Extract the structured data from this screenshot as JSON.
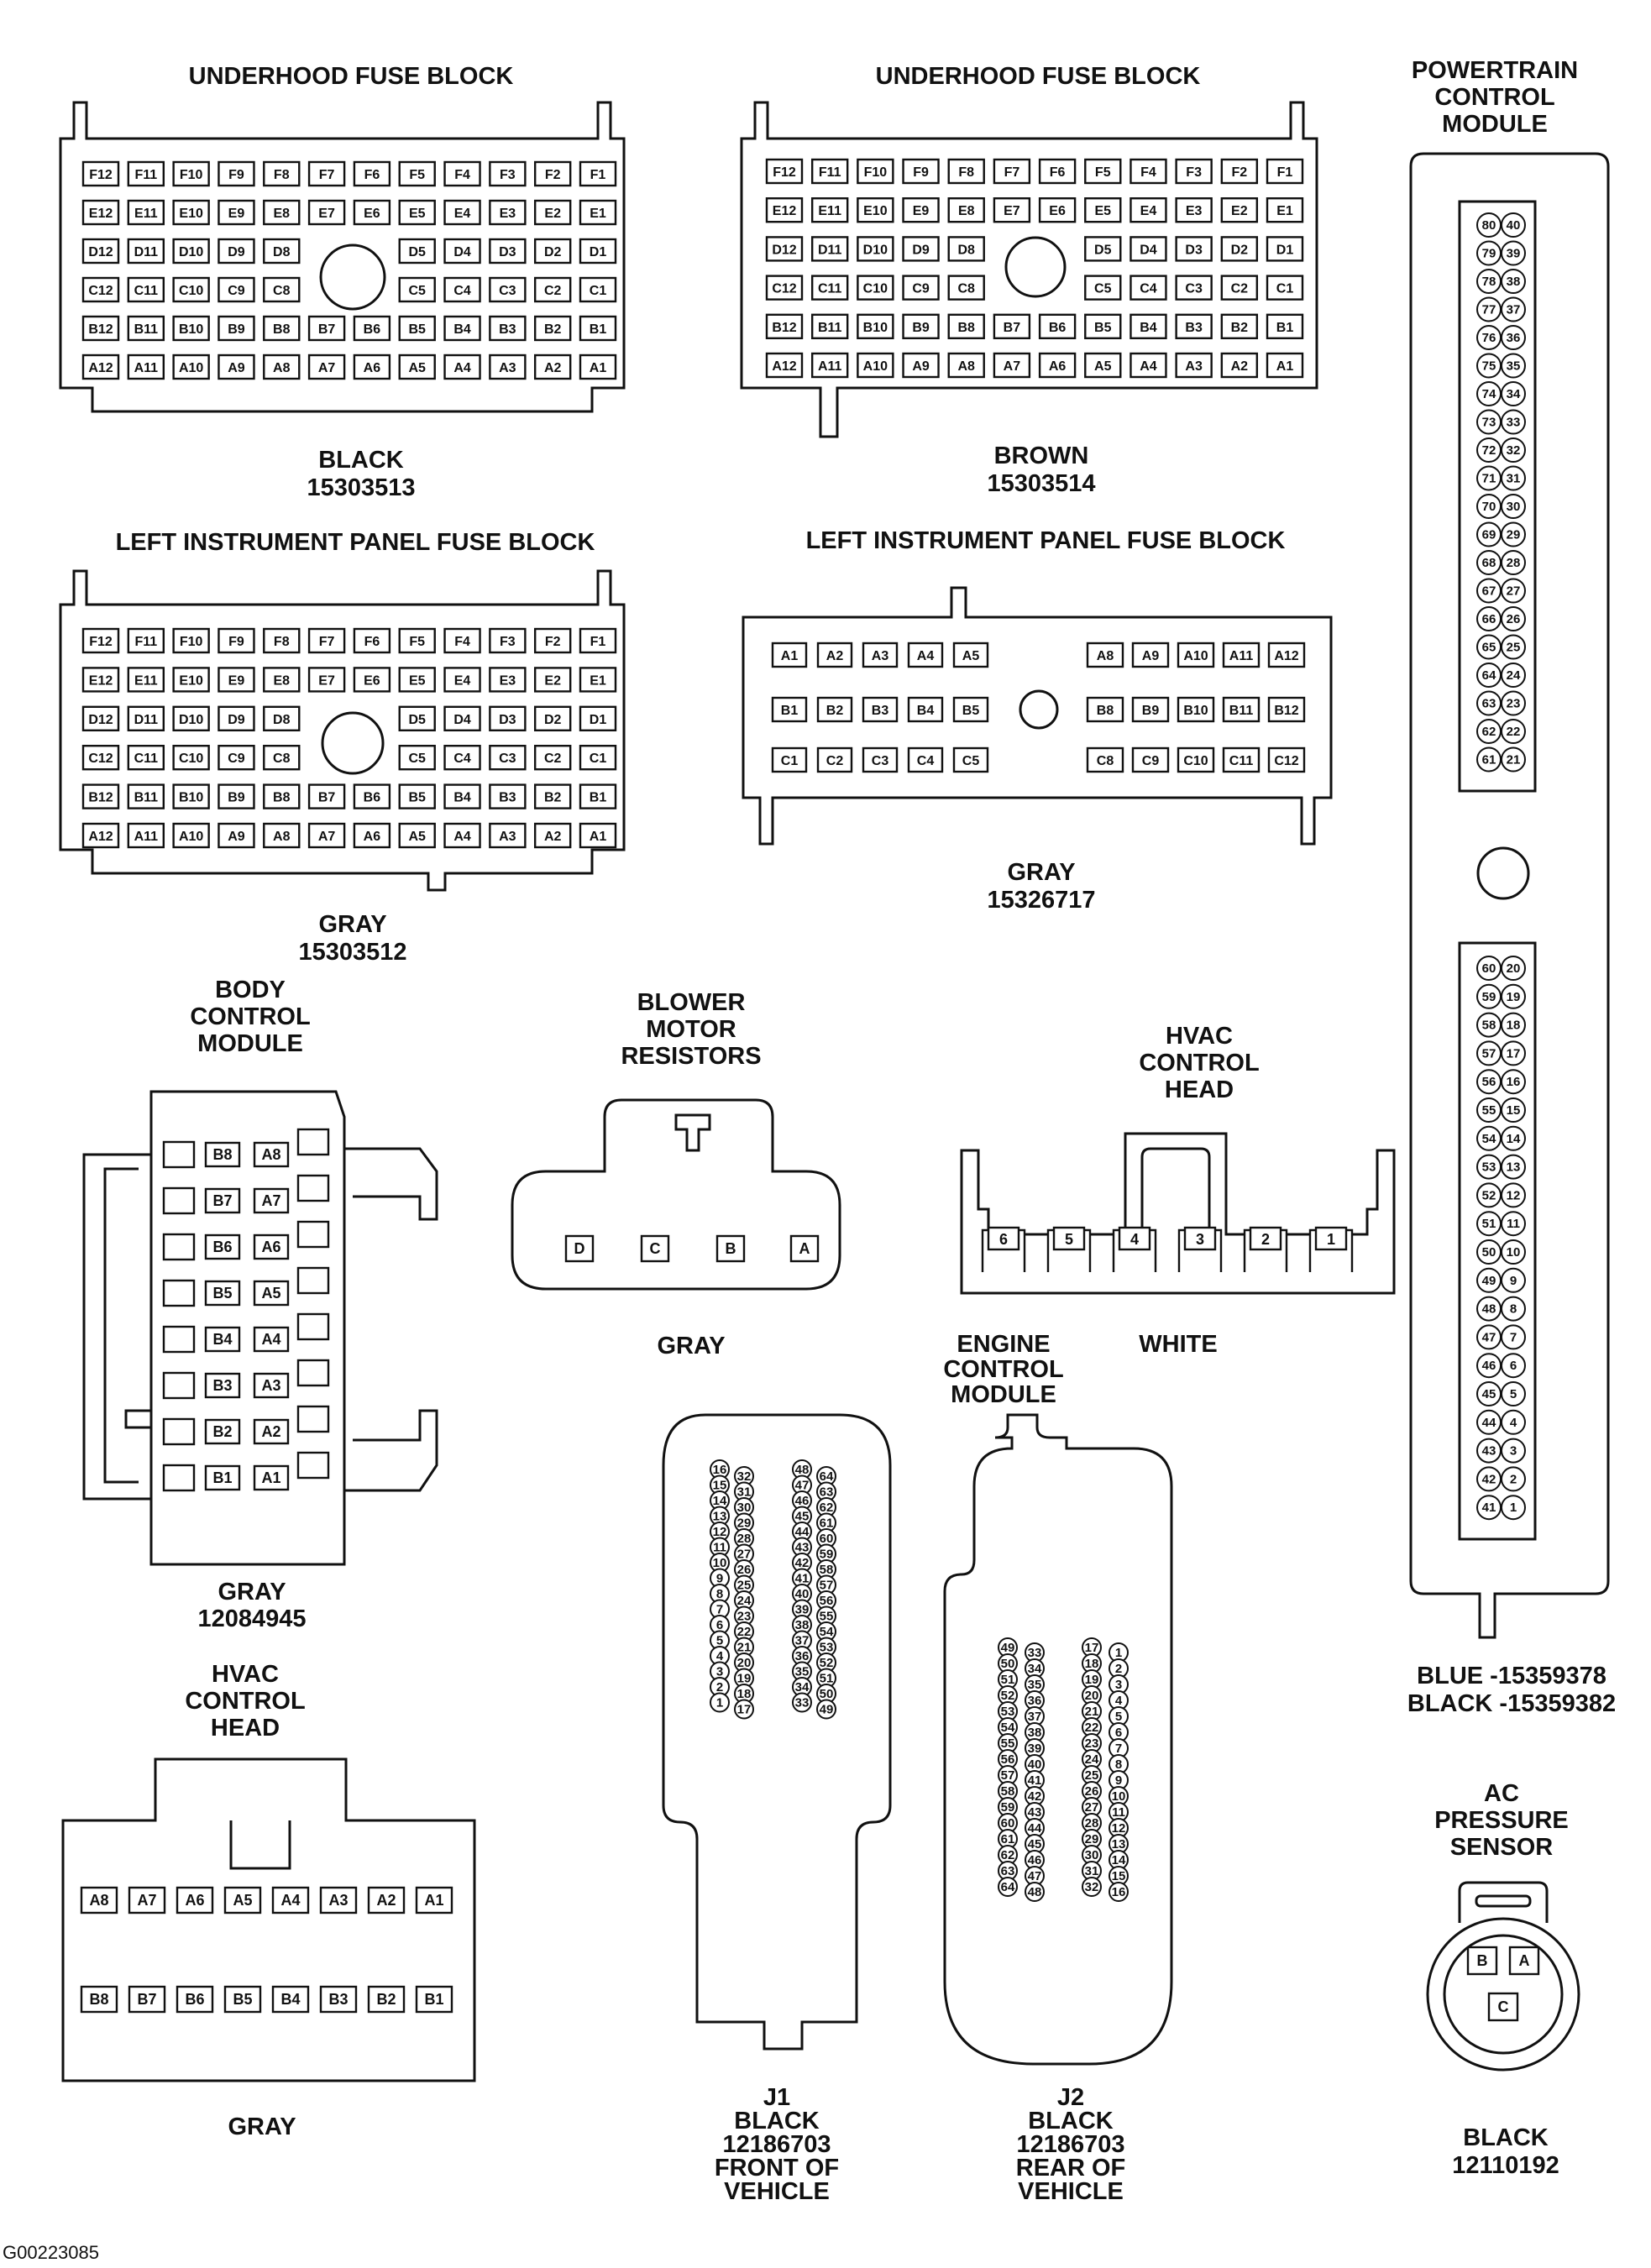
{
  "figure_id": "G00223085",
  "fuse_block_pins": {
    "F": [
      "F12",
      "F11",
      "F10",
      "F9",
      "F8",
      "F7",
      "F6",
      "F5",
      "F4",
      "F3",
      "F2",
      "F1"
    ],
    "E": [
      "E12",
      "E11",
      "E10",
      "E9",
      "E8",
      "E7",
      "E6",
      "E5",
      "E4",
      "E3",
      "E2",
      "E1"
    ],
    "D": [
      "D12",
      "D11",
      "D10",
      "D9",
      "D8",
      "D5",
      "D4",
      "D3",
      "D2",
      "D1"
    ],
    "C": [
      "C12",
      "C11",
      "C10",
      "C9",
      "C8",
      "C5",
      "C4",
      "C3",
      "C2",
      "C1"
    ],
    "B": [
      "B12",
      "B11",
      "B10",
      "B9",
      "B8",
      "B7",
      "B6",
      "B5",
      "B4",
      "B3",
      "B2",
      "B1"
    ],
    "A": [
      "A12",
      "A11",
      "A10",
      "A9",
      "A8",
      "A7",
      "A6",
      "A5",
      "A4",
      "A3",
      "A2",
      "A1"
    ]
  },
  "connectors": {
    "underhood_black": {
      "title": "UNDERHOOD FUSE BLOCK",
      "color": "BLACK",
      "part": "15303513"
    },
    "underhood_brown": {
      "title": "UNDERHOOD FUSE BLOCK",
      "color": "BROWN",
      "part": "15303514"
    },
    "left_ip_gray": {
      "title": "LEFT INSTRUMENT PANEL FUSE BLOCK",
      "color": "GRAY",
      "part": "15303512"
    },
    "left_ip_gray2": {
      "title": "LEFT INSTRUMENT PANEL FUSE BLOCK",
      "color": "GRAY",
      "part": "15326717",
      "left_rows": [
        [
          "A1",
          "A2",
          "A3",
          "A4",
          "A5"
        ],
        [
          "B1",
          "B2",
          "B3",
          "B4",
          "B5"
        ],
        [
          "C1",
          "C2",
          "C3",
          "C4",
          "C5"
        ]
      ],
      "right_rows": [
        [
          "A8",
          "A9",
          "A10",
          "A11",
          "A12"
        ],
        [
          "B8",
          "B9",
          "B10",
          "B11",
          "B12"
        ],
        [
          "C8",
          "C9",
          "C10",
          "C11",
          "C12"
        ]
      ]
    },
    "pcm": {
      "title_lines": [
        "POWERTRAIN",
        "CONTROL",
        "MODULE"
      ],
      "color_lines": [
        "BLUE -15359378",
        "BLACK -15359382"
      ],
      "top_pairs": [
        [
          "80",
          "40"
        ],
        [
          "79",
          "39"
        ],
        [
          "78",
          "38"
        ],
        [
          "77",
          "37"
        ],
        [
          "76",
          "36"
        ],
        [
          "75",
          "35"
        ],
        [
          "74",
          "34"
        ],
        [
          "73",
          "33"
        ],
        [
          "72",
          "32"
        ],
        [
          "71",
          "31"
        ],
        [
          "70",
          "30"
        ],
        [
          "69",
          "29"
        ],
        [
          "68",
          "28"
        ],
        [
          "67",
          "27"
        ],
        [
          "66",
          "26"
        ],
        [
          "65",
          "25"
        ],
        [
          "64",
          "24"
        ],
        [
          "63",
          "23"
        ],
        [
          "62",
          "22"
        ],
        [
          "61",
          "21"
        ]
      ],
      "bottom_pairs": [
        [
          "60",
          "20"
        ],
        [
          "59",
          "19"
        ],
        [
          "58",
          "18"
        ],
        [
          "57",
          "17"
        ],
        [
          "56",
          "16"
        ],
        [
          "55",
          "15"
        ],
        [
          "54",
          "14"
        ],
        [
          "53",
          "13"
        ],
        [
          "52",
          "12"
        ],
        [
          "51",
          "11"
        ],
        [
          "50",
          "10"
        ],
        [
          "49",
          "9"
        ],
        [
          "48",
          "8"
        ],
        [
          "47",
          "7"
        ],
        [
          "46",
          "6"
        ],
        [
          "45",
          "5"
        ],
        [
          "44",
          "4"
        ],
        [
          "43",
          "3"
        ],
        [
          "42",
          "2"
        ],
        [
          "41",
          "1"
        ]
      ]
    },
    "bcm": {
      "title_lines": [
        "BODY",
        "CONTROL",
        "MODULE"
      ],
      "color": "GRAY",
      "part": "12084945",
      "pairs": [
        [
          "B8",
          "A8"
        ],
        [
          "B7",
          "A7"
        ],
        [
          "B6",
          "A6"
        ],
        [
          "B5",
          "A5"
        ],
        [
          "B4",
          "A4"
        ],
        [
          "B3",
          "A3"
        ],
        [
          "B2",
          "A2"
        ],
        [
          "B1",
          "A1"
        ]
      ]
    },
    "blower": {
      "title_lines": [
        "BLOWER",
        "MOTOR",
        "RESISTORS"
      ],
      "color": "GRAY",
      "pins": [
        "D",
        "C",
        "B",
        "A"
      ]
    },
    "hvac_white": {
      "title_lines": [
        "HVAC",
        "CONTROL",
        "HEAD"
      ],
      "color": "WHITE",
      "pins": [
        "6",
        "5",
        "4",
        "3",
        "2",
        "1"
      ]
    },
    "hvac_gray": {
      "title_lines": [
        "HVAC",
        "CONTROL",
        "HEAD"
      ],
      "color": "GRAY",
      "row_a": [
        "A8",
        "A7",
        "A6",
        "A5",
        "A4",
        "A3",
        "A2",
        "A1"
      ],
      "row_b": [
        "B8",
        "B7",
        "B6",
        "B5",
        "B4",
        "B3",
        "B2",
        "B1"
      ]
    },
    "ecm_j1": {
      "label_lines": [
        "J1",
        "BLACK",
        "12186703",
        "FRONT OF",
        "VEHICLE"
      ],
      "col1": [
        "16",
        "15",
        "14",
        "13",
        "12",
        "11",
        "10",
        "9",
        "8",
        "7",
        "6",
        "5",
        "4",
        "3",
        "2",
        "1"
      ],
      "col2": [
        "32",
        "31",
        "30",
        "29",
        "28",
        "27",
        "26",
        "25",
        "24",
        "23",
        "22",
        "21",
        "20",
        "19",
        "18",
        "17"
      ],
      "col3": [
        "48",
        "47",
        "46",
        "45",
        "44",
        "43",
        "42",
        "41",
        "40",
        "39",
        "38",
        "37",
        "36",
        "35",
        "34",
        "33"
      ],
      "col4": [
        "64",
        "63",
        "62",
        "61",
        "60",
        "59",
        "58",
        "57",
        "56",
        "55",
        "54",
        "53",
        "52",
        "51",
        "50",
        "49"
      ]
    },
    "ecm": {
      "title_lines": [
        "ENGINE",
        "CONTROL",
        "MODULE"
      ]
    },
    "ecm_j2": {
      "label_lines": [
        "J2",
        "BLACK",
        "12186703",
        "REAR OF",
        "VEHICLE"
      ],
      "col1": [
        "49",
        "50",
        "51",
        "52",
        "53",
        "54",
        "55",
        "56",
        "57",
        "58",
        "59",
        "60",
        "61",
        "62",
        "63",
        "64"
      ],
      "col2": [
        "33",
        "34",
        "35",
        "36",
        "37",
        "38",
        "39",
        "40",
        "41",
        "42",
        "43",
        "44",
        "45",
        "46",
        "47",
        "48"
      ],
      "col3": [
        "17",
        "18",
        "19",
        "20",
        "21",
        "22",
        "23",
        "24",
        "25",
        "26",
        "27",
        "28",
        "29",
        "30",
        "31",
        "32"
      ],
      "col4": [
        "1",
        "2",
        "3",
        "4",
        "5",
        "6",
        "7",
        "8",
        "9",
        "10",
        "11",
        "12",
        "13",
        "14",
        "15",
        "16"
      ]
    },
    "ac_sensor": {
      "title_lines": [
        "AC",
        "PRESSURE",
        "SENSOR"
      ],
      "color": "BLACK",
      "part": "12110192",
      "pins": [
        "B",
        "A",
        "C"
      ]
    }
  }
}
